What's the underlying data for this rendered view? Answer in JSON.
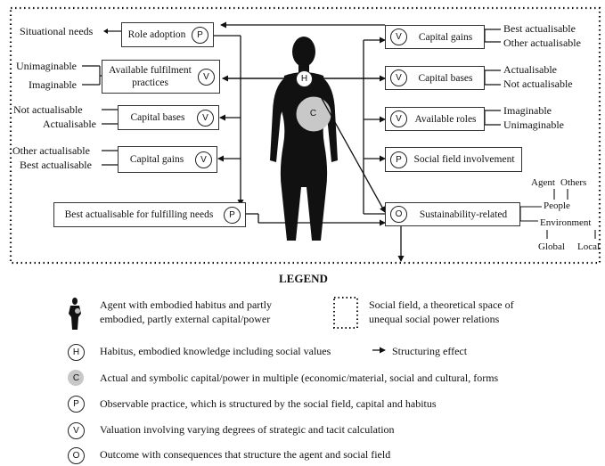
{
  "nodes": {
    "role_adoption": {
      "label": "Role adoption",
      "badge": "P"
    },
    "available_fulfilment": {
      "line1": "Available fulfilment",
      "line2": "practices",
      "badge": "V"
    },
    "capital_bases_left": {
      "label": "Capital bases",
      "badge": "V"
    },
    "capital_gains_left": {
      "label": "Capital gains",
      "badge": "V"
    },
    "best_actualisable": {
      "label": "Best actualisable for fulfilling needs",
      "badge": "P"
    },
    "capital_gains_right": {
      "label": "Capital gains",
      "badge": "V"
    },
    "capital_bases_right": {
      "label": "Capital bases",
      "badge": "V"
    },
    "available_roles": {
      "label": "Available roles",
      "badge": "V"
    },
    "social_field_involvement": {
      "label": "Social field involvement",
      "badge": "P"
    },
    "sustainability_related": {
      "label": "Sustainability-related",
      "badge": "O"
    }
  },
  "figure": {
    "habitus_badge": "H",
    "capital_badge": "C"
  },
  "side_labels": {
    "situational_needs": "Situational needs",
    "unimaginable_l": "Unimaginable",
    "imaginable_l": "Imaginable",
    "not_actualisable_l": "Not actualisable",
    "actualisable_l": "Actualisable",
    "other_actualisable_l": "Other actualisable",
    "best_actualisable_l": "Best actualisable",
    "best_actualisable_r": "Best actualisable",
    "other_actualisable_r": "Other actualisable",
    "actualisable_r": "Actualisable",
    "not_actualisable_r": "Not actualisable",
    "imaginable_r": "Imaginable",
    "unimaginable_r": "Unimaginable",
    "agent": "Agent",
    "others": "Others",
    "people": "People",
    "environment": "Environment",
    "global": "Global",
    "local": "Local"
  },
  "legend": {
    "title": "LEGEND",
    "agent_line1": "Agent with embodied habitus and partly",
    "agent_line2": "embodied, partly external capital/power",
    "field_line1": "Social field, a theoretical space of",
    "field_line2": "unequal social power relations",
    "habitus": "Habitus, embodied knowledge including social values",
    "structuring": "Structuring effect",
    "capital": "Actual and symbolic capital/power in multiple (economic/material, social and cultural, forms",
    "practice": "Observable practice, which is structured by the social field, capital and habitus",
    "valuation": "Valuation involving varying degrees of strategic and tacit calculation",
    "outcome": "Outcome with consequences that structure the agent and social field",
    "badges": {
      "habitus": "H",
      "capital": "C",
      "practice": "P",
      "valuation": "V",
      "outcome": "O"
    }
  }
}
